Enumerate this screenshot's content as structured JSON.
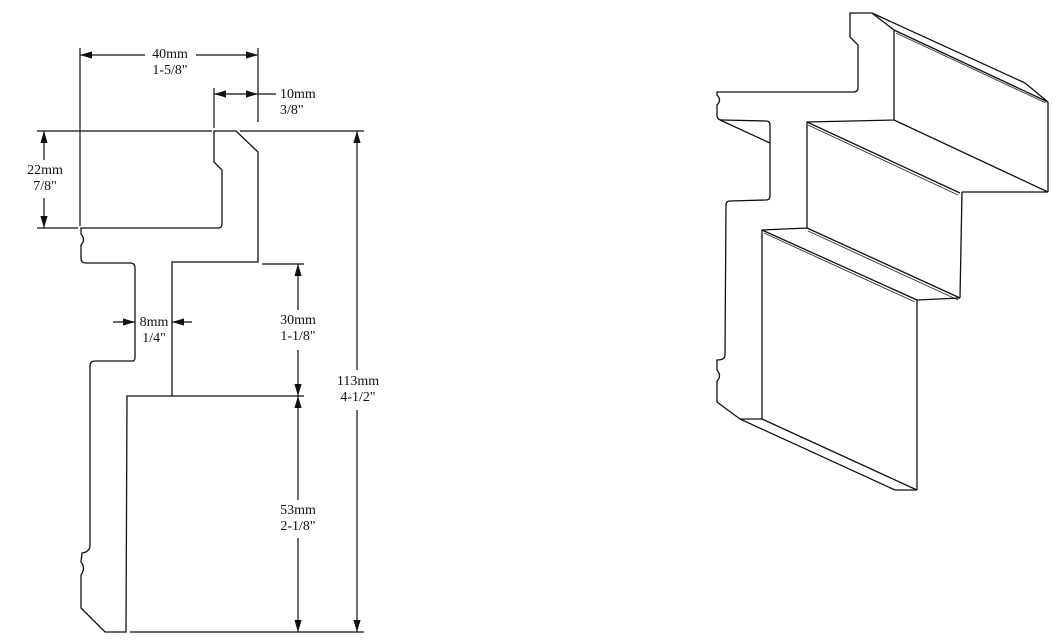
{
  "dimensions": {
    "width": {
      "metric": "40mm",
      "imperial": "1-5/8\""
    },
    "lip": {
      "metric": "10mm",
      "imperial": "3/8\""
    },
    "top_height": {
      "metric": "22mm",
      "imperial": "7/8\""
    },
    "stem_width": {
      "metric": "8mm",
      "imperial": "1/4\""
    },
    "stem_height": {
      "metric": "30mm",
      "imperial": "1-1/8\""
    },
    "total_height": {
      "metric": "113mm",
      "imperial": "4-1/2\""
    },
    "bottom_height": {
      "metric": "53mm",
      "imperial": "2-1/8\""
    }
  }
}
